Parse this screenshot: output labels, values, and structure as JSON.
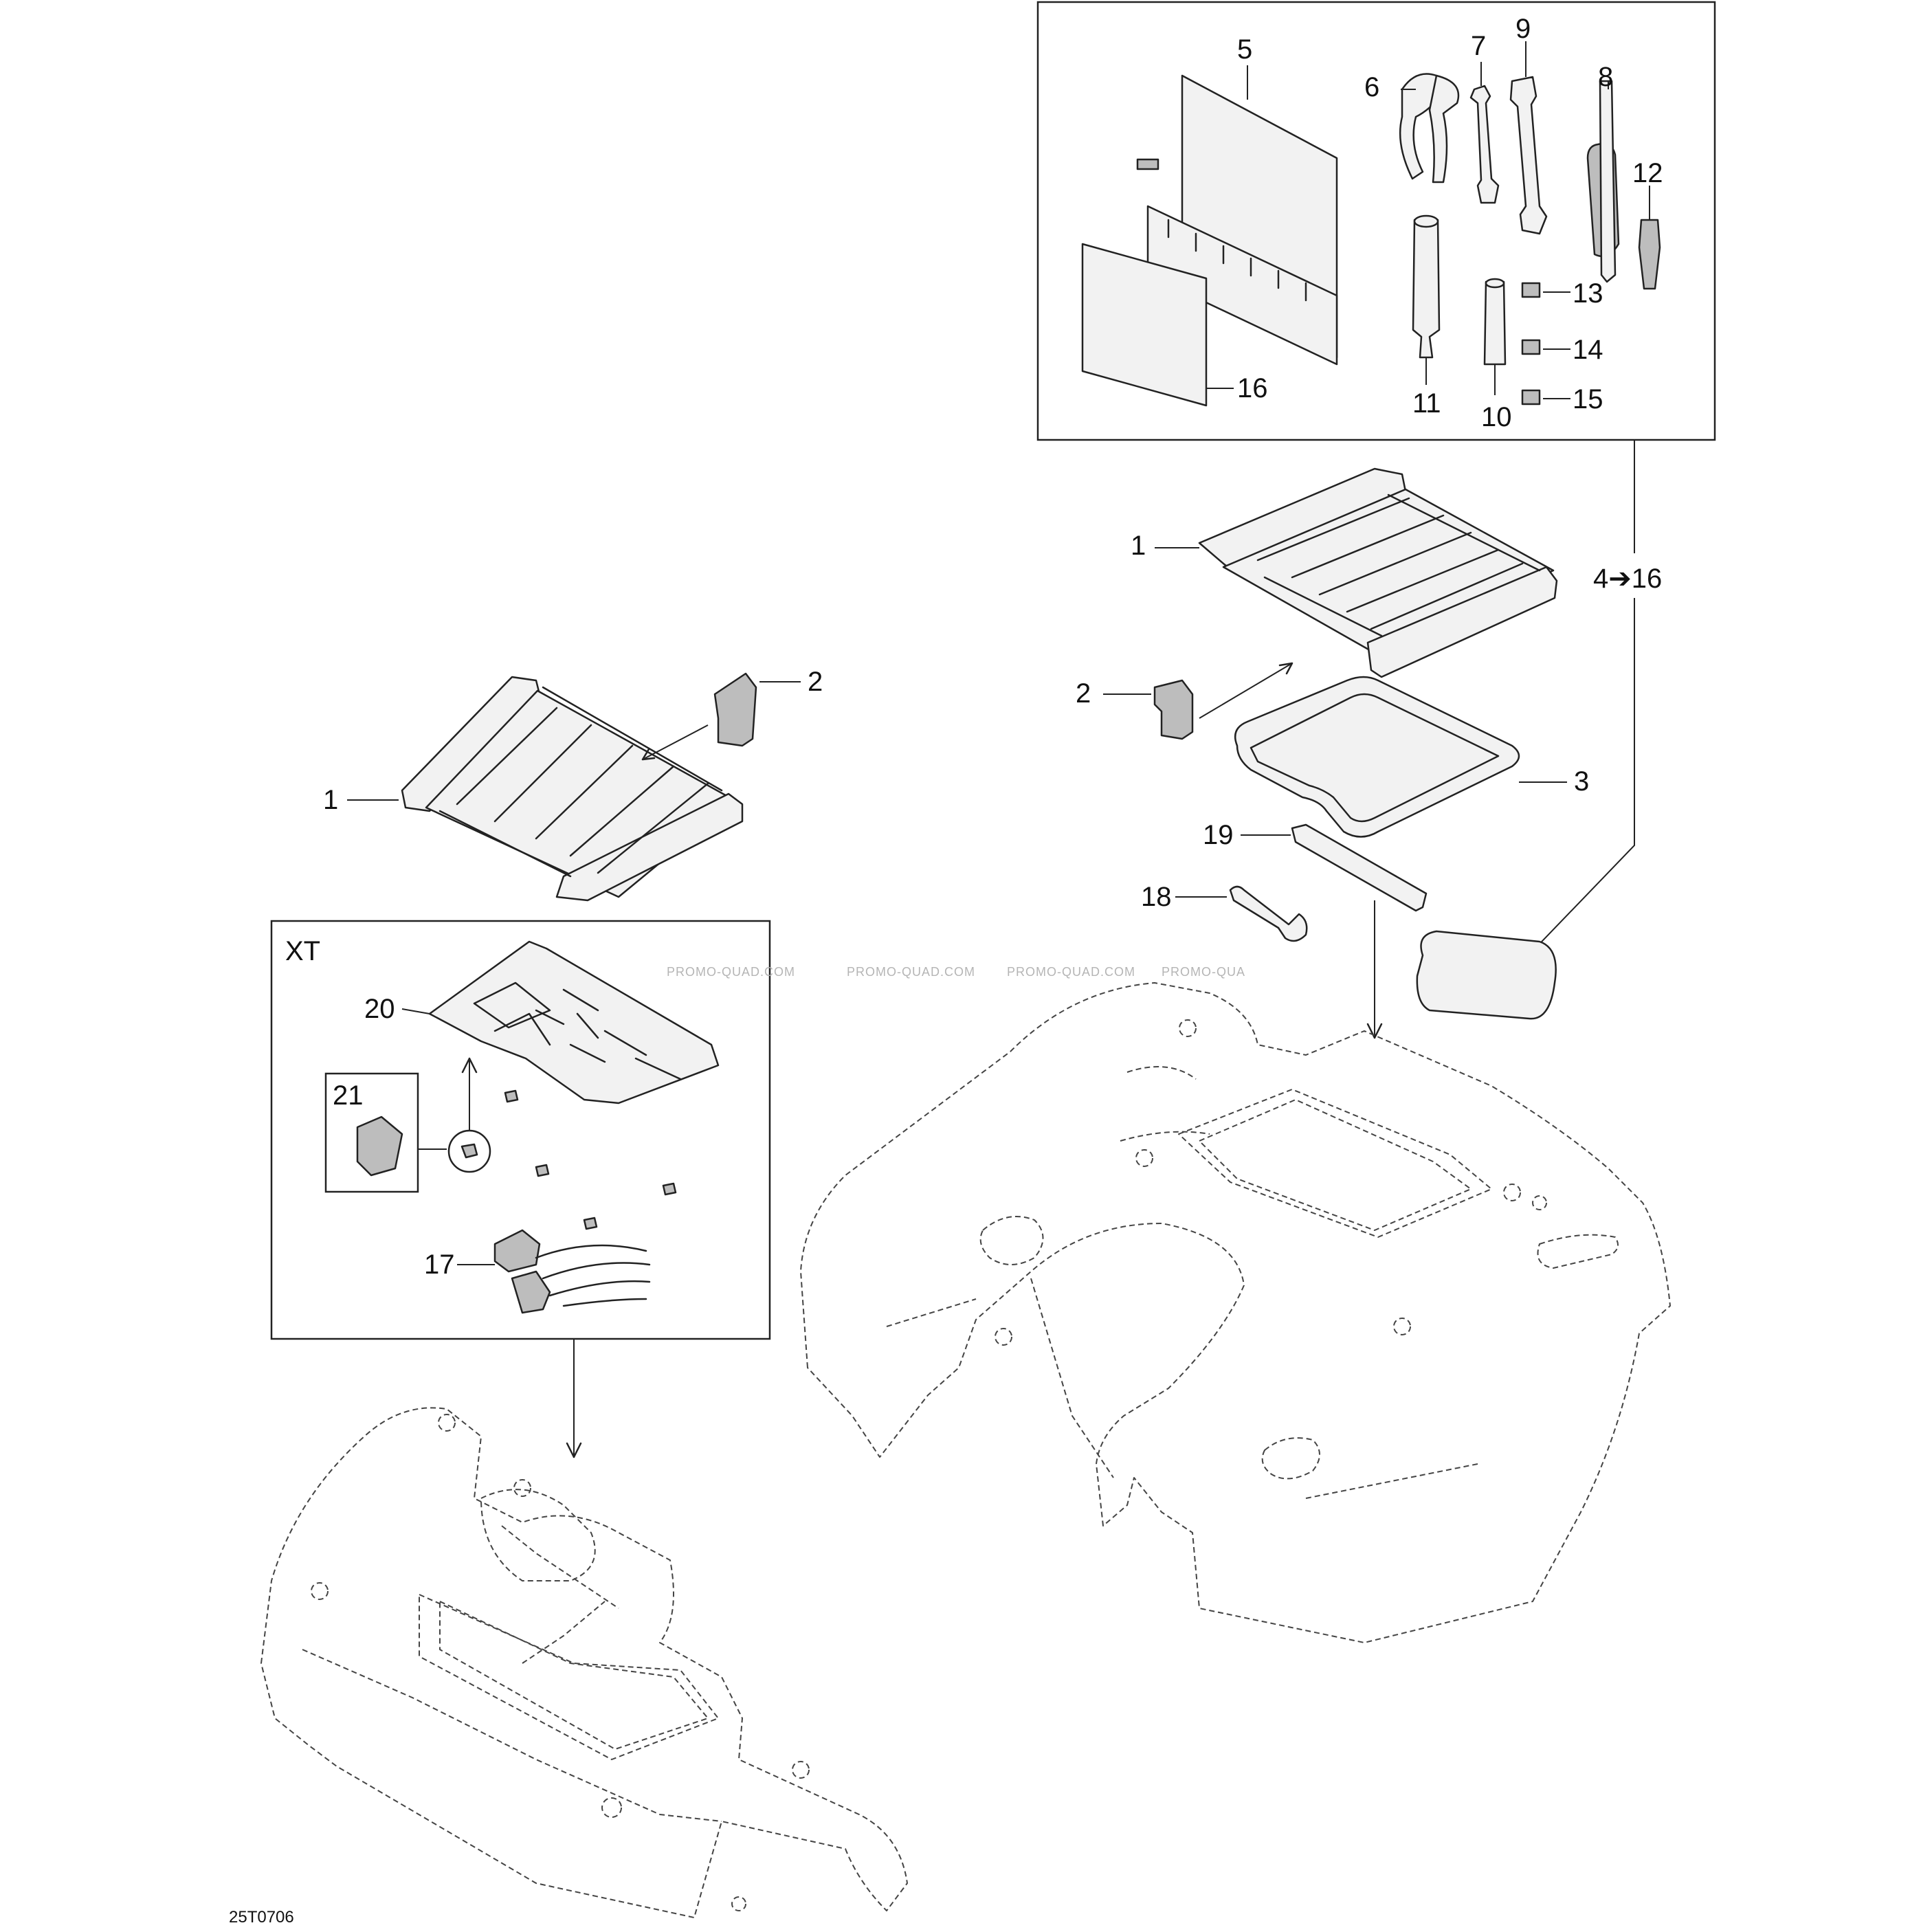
{
  "diagram": {
    "drawing_code": "25T0706",
    "watermarks": [
      "PROMO-QUAD.COM",
      "PROMO-QUAD.COM",
      "PROMO-QUAD.COM",
      "PROMO-QUA"
    ],
    "xt_box": {
      "label": "XT"
    },
    "kit_range": "4➔16",
    "callouts": {
      "c1_left": "1",
      "c2_left": "2",
      "c1_right": "1",
      "c2_right": "2",
      "c3": "3",
      "c5": "5",
      "c6": "6",
      "c7": "7",
      "c8": "8",
      "c9": "9",
      "c10": "10",
      "c11": "11",
      "c12": "12",
      "c13": "13",
      "c14": "14",
      "c15": "15",
      "c16": "16",
      "c17": "17",
      "c18": "18",
      "c19": "19",
      "c20": "20",
      "c21": "21"
    }
  }
}
